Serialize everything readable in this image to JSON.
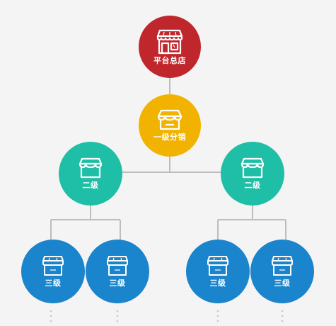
{
  "colors": {
    "root": "#c0272d",
    "level1": "#f2b300",
    "level2": "#1ebfa6",
    "level3": "#1a84cc",
    "connector": "#bdbdbd",
    "background": "#f4f4f4"
  },
  "root": {
    "label": "平台总店",
    "icon": "storefront-icon"
  },
  "level1": {
    "label": "一级分销",
    "icon": "shop-awning-icon"
  },
  "level2": [
    {
      "label": "二级",
      "icon": "shop-awning-icon"
    },
    {
      "label": "二级",
      "icon": "shop-awning-icon"
    }
  ],
  "level3": [
    {
      "label": "三级",
      "icon": "shop-box-icon"
    },
    {
      "label": "三级",
      "icon": "shop-box-icon"
    },
    {
      "label": "三级",
      "icon": "shop-box-icon"
    },
    {
      "label": "三级",
      "icon": "shop-box-icon"
    }
  ]
}
